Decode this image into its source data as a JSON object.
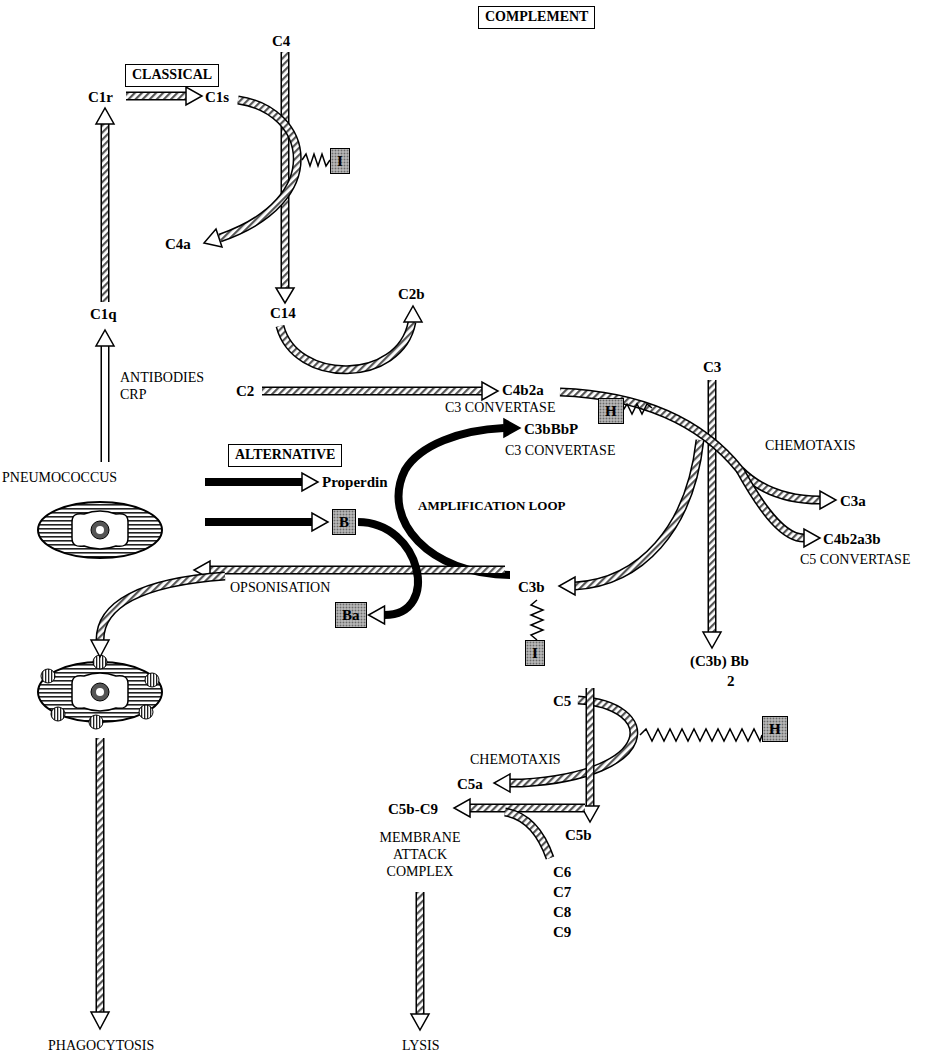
{
  "diagram": {
    "nodes": [
      {
        "text": [
          "COMPLEMENT"
        ]
      },
      {
        "text": [
          "CLASSICAL"
        ]
      },
      {
        "text": [
          "I"
        ]
      },
      {
        "text": [
          "H"
        ]
      },
      {
        "text": [
          "ALTERNATIVE"
        ]
      },
      {
        "text": [
          "B"
        ]
      },
      {
        "text": [
          "Ba"
        ]
      },
      {
        "text": [
          "I"
        ]
      },
      {
        "text": [
          "H"
        ]
      }
    ],
    "edges": [
      {
        "from": 5,
        "to": 6,
        "arrow": "to"
      }
    ],
    "labels": [
      "C4",
      "C1r",
      "C1s",
      "C4a",
      "C14",
      "C2b",
      "C1q",
      "ANTIBODIES CRP",
      "C2",
      "C4b2a",
      "C3 CONVERTASE",
      "C3",
      "C3bBbP",
      "C3 CONVERTASE",
      "CHEMOTAXIS",
      "PNEUMOCOCCUS",
      "Properdin",
      "AMPLIFICATION LOOP",
      "C3a",
      "C4b2a3b",
      "C5 CONVERTASE",
      "C3b",
      "OPSONISATION",
      "(C3b) Bb",
      "2",
      "C5",
      "CHEMOTAXIS",
      "C5a",
      "C5b-C9",
      "C5b",
      "MEMBRANE ATTACK COMPLEX",
      "C6 C7 C8 C9",
      "PHAGOCYTOSIS",
      "LYSIS"
    ]
  }
}
